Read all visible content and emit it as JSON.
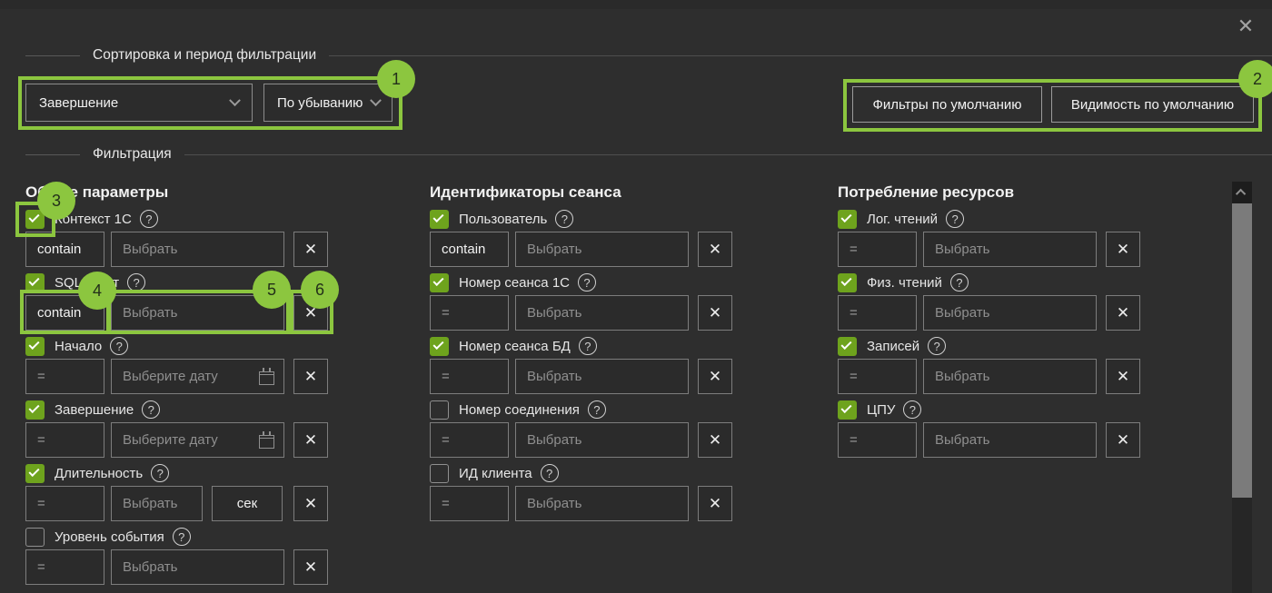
{
  "window": {
    "close_icon": "✕"
  },
  "headers": {
    "sort_section": "Сортировка и период фильтрации",
    "filter_section": "Фильтрация"
  },
  "sort": {
    "field_value": "Завершение",
    "direction_value": "По убыванию"
  },
  "actions": {
    "default_filters_label": "Фильтры по умолчанию",
    "default_visibility_label": "Видимость по умолчанию"
  },
  "annotations": [
    "1",
    "2",
    "3",
    "4",
    "5",
    "6"
  ],
  "icons": {
    "help": "?",
    "clear": "✕"
  },
  "colors": {
    "annotation_green": "#8cc63f",
    "checkbox_green": "#6ea31d",
    "background": "#2e2e2e"
  },
  "columns": [
    {
      "title": "Общие параметры",
      "filters": [
        {
          "label": "Контекст 1С",
          "checked": true,
          "operator": "contain",
          "placeholder": "Выбрать",
          "type": "text"
        },
        {
          "label": "SQL-текст",
          "checked": true,
          "operator": "contain",
          "placeholder": "Выбрать",
          "type": "text"
        },
        {
          "label": "Начало",
          "checked": true,
          "operator": "=",
          "placeholder": "Выберите дату",
          "type": "date"
        },
        {
          "label": "Завершение",
          "checked": true,
          "operator": "=",
          "placeholder": "Выберите дату",
          "type": "date"
        },
        {
          "label": "Длительность",
          "checked": true,
          "operator": "=",
          "placeholder": "Выбрать",
          "type": "number",
          "unit": "сек"
        },
        {
          "label": "Уровень события",
          "checked": false,
          "operator": "=",
          "placeholder": "Выбрать",
          "type": "text"
        }
      ]
    },
    {
      "title": "Идентификаторы сеанса",
      "filters": [
        {
          "label": "Пользователь",
          "checked": true,
          "operator": "contain",
          "placeholder": "Выбрать",
          "type": "text"
        },
        {
          "label": "Номер сеанса 1С",
          "checked": true,
          "operator": "=",
          "placeholder": "Выбрать",
          "type": "number"
        },
        {
          "label": "Номер сеанса БД",
          "checked": true,
          "operator": "=",
          "placeholder": "Выбрать",
          "type": "number"
        },
        {
          "label": "Номер соединения",
          "checked": false,
          "operator": "=",
          "placeholder": "Выбрать",
          "type": "number"
        },
        {
          "label": "ИД клиента",
          "checked": false,
          "operator": "=",
          "placeholder": "Выбрать",
          "type": "number"
        }
      ]
    },
    {
      "title": "Потребление ресурсов",
      "filters": [
        {
          "label": "Лог. чтений",
          "checked": true,
          "operator": "=",
          "placeholder": "Выбрать",
          "type": "number"
        },
        {
          "label": "Физ. чтений",
          "checked": true,
          "operator": "=",
          "placeholder": "Выбрать",
          "type": "number"
        },
        {
          "label": "Записей",
          "checked": true,
          "operator": "=",
          "placeholder": "Выбрать",
          "type": "number"
        },
        {
          "label": "ЦПУ",
          "checked": true,
          "operator": "=",
          "placeholder": "Выбрать",
          "type": "number"
        }
      ]
    }
  ]
}
